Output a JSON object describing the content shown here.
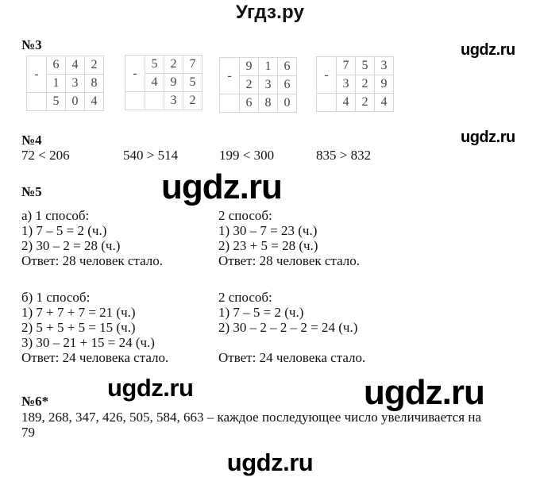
{
  "header": {
    "site_title": "Угдз.ру"
  },
  "watermarks": {
    "top_right_1": "ugdz.ru",
    "top_right_2": "ugdz.ru",
    "center_large": "ugdz.ru",
    "mid_left": "ugdz.ru",
    "mid_right_large": "ugdz.ru",
    "bottom_center": "ugdz.ru"
  },
  "task3": {
    "heading": "№3",
    "subtractions": [
      {
        "op": "-",
        "minuend": [
          "6",
          "4",
          "2"
        ],
        "subtrahend": [
          "1",
          "3",
          "8"
        ],
        "result": [
          "5",
          "0",
          "4"
        ]
      },
      {
        "op": "-",
        "minuend": [
          "5",
          "2",
          "7"
        ],
        "subtrahend": [
          "4",
          "9",
          "5"
        ],
        "result": [
          "",
          "3",
          "2"
        ]
      },
      {
        "op": "-",
        "minuend": [
          "9",
          "1",
          "6"
        ],
        "subtrahend": [
          "2",
          "3",
          "6"
        ],
        "result": [
          "6",
          "8",
          "0"
        ]
      },
      {
        "op": "-",
        "minuend": [
          "7",
          "5",
          "3"
        ],
        "subtrahend": [
          "3",
          "2",
          "9"
        ],
        "result": [
          "4",
          "2",
          "4"
        ]
      }
    ]
  },
  "task4": {
    "heading": "№4",
    "comparisons": [
      "72 < 206",
      "540 > 514",
      "199 < 300",
      "835 > 832"
    ]
  },
  "task5": {
    "heading": "№5",
    "a": {
      "method1": {
        "title": "а) 1 способ:",
        "steps": [
          "1) 7 – 5 = 2 (ч.)",
          "2) 30 – 2 = 28 (ч.)"
        ],
        "answer": "Ответ: 28 человек стало."
      },
      "method2": {
        "title": "2 способ:",
        "steps": [
          "1) 30 – 7 = 23 (ч.)",
          "2) 23 + 5 = 28 (ч.)"
        ],
        "answer": "Ответ: 28 человек стало."
      }
    },
    "b": {
      "method1": {
        "title": "б) 1 способ:",
        "steps": [
          "1) 7 + 7 + 7 = 21 (ч.)",
          "2) 5 + 5 + 5 = 15 (ч.)",
          "3) 30 – 21 + 15 = 24 (ч.)"
        ],
        "answer": "Ответ: 24 человека стало."
      },
      "method2": {
        "title": "2 способ:",
        "steps": [
          "1) 7 – 5 = 2 (ч.)",
          "2) 30 – 2 – 2 – 2 = 24 (ч.)"
        ],
        "answer": "Ответ: 24 человека стало."
      }
    }
  },
  "task6": {
    "heading": "№6*",
    "line1": "189, 268, 347, 426, 505, 584, 663 – каждое последующее число увеличивается на",
    "line2": "79"
  }
}
